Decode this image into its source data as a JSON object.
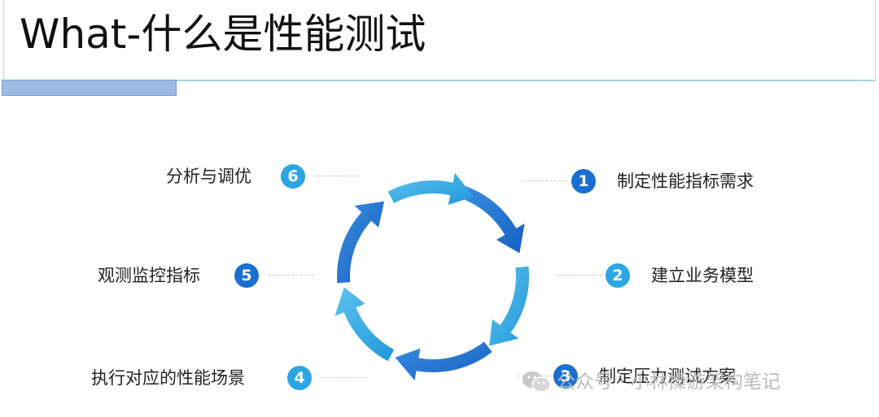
{
  "title": "What-什么是性能测试",
  "colors": {
    "dark": "#1a6fcf",
    "light": "#2ba6e3",
    "title_rule": "#a9d4e4",
    "accent_bar": "#9dbbe2"
  },
  "steps": [
    {
      "number": "1",
      "label": "制定性能指标需求",
      "badge_color": "#1a6fcf"
    },
    {
      "number": "2",
      "label": "建立业务模型",
      "badge_color": "#2ba6e3"
    },
    {
      "number": "3",
      "label": "制定压力测试方案",
      "badge_color": "#1a6fcf"
    },
    {
      "number": "4",
      "label": "执行对应的性能场景",
      "badge_color": "#2ba6e3"
    },
    {
      "number": "5",
      "label": "观测监控指标",
      "badge_color": "#1a6fcf"
    },
    {
      "number": "6",
      "label": "分析与调优",
      "badge_color": "#2ba6e3"
    }
  ],
  "arrows": [
    {
      "step": "1",
      "icon": "curved-arrow-icon",
      "color": "#1a6fcf"
    },
    {
      "step": "2",
      "icon": "curved-arrow-icon",
      "color": "#2ba6e3"
    },
    {
      "step": "3",
      "icon": "curved-arrow-icon",
      "color": "#1a6fcf"
    },
    {
      "step": "4",
      "icon": "curved-arrow-icon",
      "color": "#2ba6e3"
    },
    {
      "step": "5",
      "icon": "curved-arrow-icon",
      "color": "#1a6fcf"
    },
    {
      "step": "6",
      "icon": "curved-arrow-icon",
      "color": "#2ba6e3"
    }
  ],
  "watermark": {
    "icon": "wechat-icon",
    "text": "公众号 · 小林操游架构笔记"
  }
}
